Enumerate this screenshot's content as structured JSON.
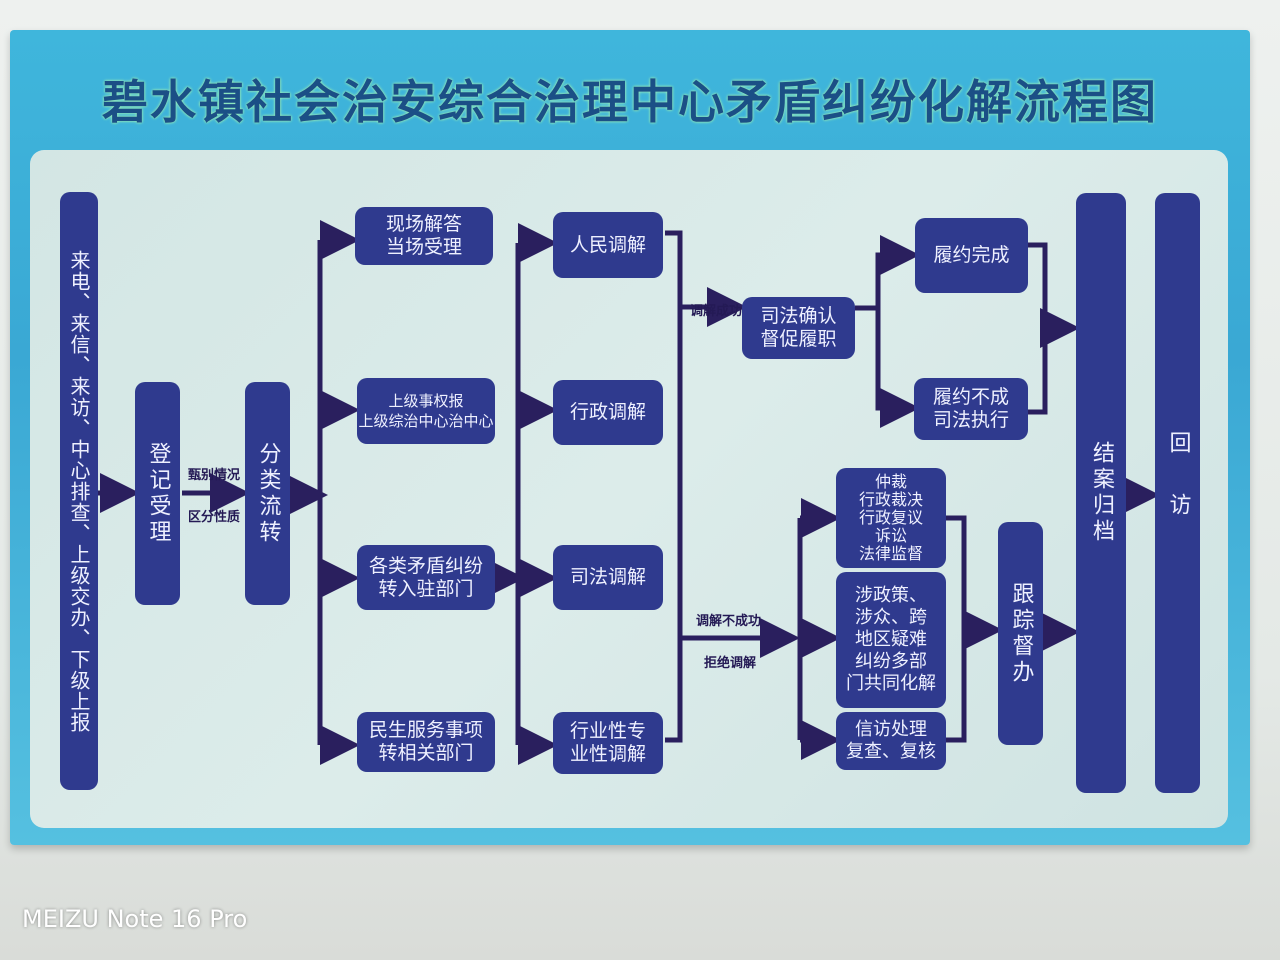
{
  "title": "碧水镇社会治安综合治理中心矛盾纠纷化解流程图",
  "sources": "来电、来信、来访、中心排查、上级交办、下级上报",
  "register": "登记受理",
  "classify": "分类流转",
  "screen_labels": {
    "top": "甄别情况",
    "bottom": "区分性质"
  },
  "routes": [
    "现场解答\n当场受理",
    "上级事权报\n上级综治中心治中心",
    "各类矛盾纠纷\n转入驻部门",
    "民生服务事项\n转相关部门"
  ],
  "mediations": [
    "人民调解",
    "行政调解",
    "司法调解",
    "行业性专\n业性调解"
  ],
  "success_label": "调解成功",
  "fail_labels": {
    "top": "调解不成功",
    "bottom": "拒绝调解"
  },
  "judicial_confirm": "司法确认\n督促履职",
  "fulfilled": "履约完成",
  "unfulfilled": "履约不成\n司法执行",
  "alternatives": [
    "仲裁\n行政裁决\n行政复议\n诉讼\n法律监督",
    "涉政策、\n涉众、跨\n地区疑难\n纠纷多部\n门共同化解",
    "信访处理\n复查、复核"
  ],
  "track": "跟踪督办",
  "close": "结案归档",
  "revisit": "回访",
  "watermark": "MEIZU Note 16 Pro",
  "colors": {
    "box": "#2f3a8e",
    "line": "#2a1f5e",
    "frame": "#3fb6dc",
    "title": "#1b4f86"
  }
}
